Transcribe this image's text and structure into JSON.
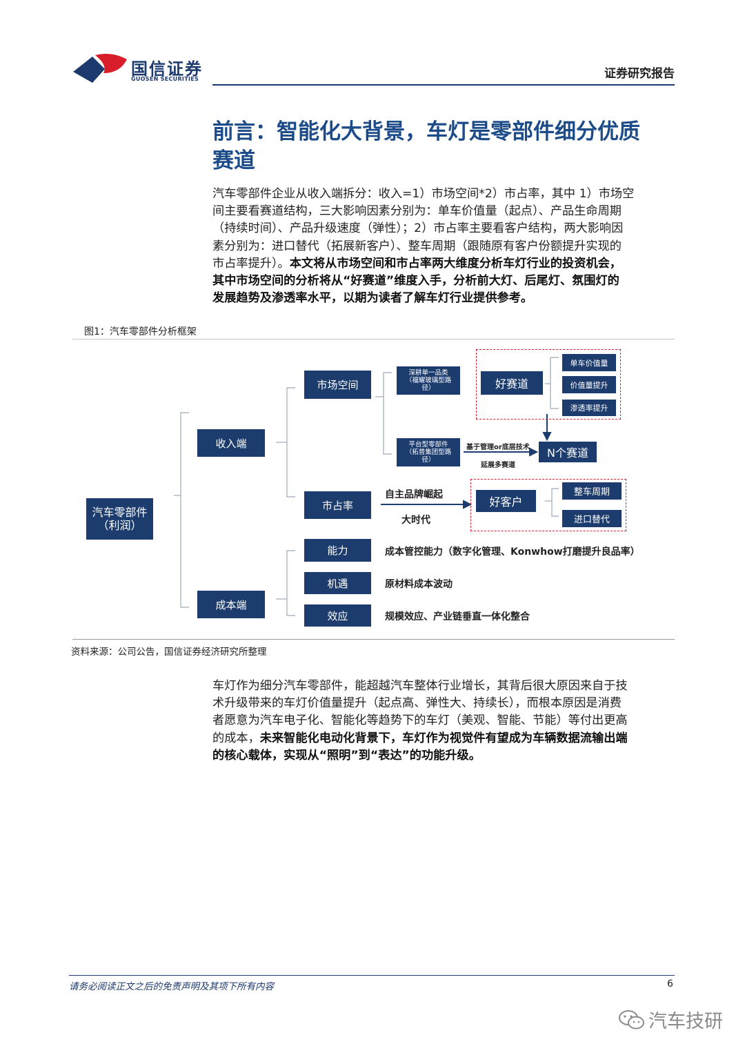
{
  "header": {
    "logo_cn": "国信证券",
    "logo_en": "GUOSEN SECURITIES",
    "report_label": "证券研究报告"
  },
  "title": {
    "line1": "前言：智能化大背景，车灯是零部件细分优质",
    "line2": "赛道"
  },
  "para1": {
    "lines": [
      "汽车零部件企业从收入端拆分：收入=1）市场空间*2）市占率，其中 1）市场空",
      "间主要看赛道结构，三大影响因素分别为：单车价值量（起点）、产品生命周期",
      "（持续时间）、产品升级速度（弹性）；2）市占率主要看客户结构，两大影响因",
      "素分别为：进口替代（拓展新客户）、整车周期（跟随原有客户份额提升实现的"
    ],
    "line5_normal": "市占率提升）。",
    "line5_bold": "本文将从市场空间和市占率两大维度分析车灯行业的投资机会，",
    "bold_lines": [
      "其中市场空间的分析将从“好赛道”维度入手，分析前大灯、后尾灯、氛围灯的",
      "发展趋势及渗透率水平，以期为读者了解车灯行业提供参考。"
    ]
  },
  "figure": {
    "label": "图1：汽车零部件分析框架",
    "source": "资料来源：公司公告，国信证券经济研究所整理",
    "nodes": {
      "root_line1": "汽车零部件",
      "root_line2": "（利润）",
      "revenue": "收入端",
      "cost": "成本端",
      "market_space": "市场空间",
      "market_share": "市占率",
      "ability": "能力",
      "opportunity": "机遇",
      "effect": "效应",
      "deep_line1": "深耕单一品类",
      "deep_line2": "（福耀玻璃型路",
      "deep_line3": "径）",
      "platform_line1": "平台型零部件",
      "platform_line2": "（拓普集团型路",
      "platform_line3": "径）",
      "good_track": "好赛道",
      "unit_value": "单车价值量",
      "value_up": "价值量提升",
      "penetration": "渗透率提升",
      "n_tracks": "N个赛道",
      "good_customer": "好客户",
      "vehicle_cycle": "整车周期",
      "import_sub": "进口替代"
    },
    "labels": {
      "tech": "基于管理or底层技术",
      "extend": "延展多赛道",
      "brand_rise": "自主品牌崛起",
      "era": "大时代",
      "ability_desc": "成本管控能力（数字化管理、Konwhow打磨提升良品率）",
      "opportunity_desc": "原材料成本波动",
      "effect_desc": "规模效应、产业链垂直一体化整合"
    }
  },
  "para2": {
    "line1": "车灯作为细分汽车零部件，能超越汽车整体行业增长，其背后很大原因来自于技",
    "line2": "术升级带来的车灯价值量提升（起点高、弹性大、持续长），而根本原因是消费",
    "line3": "者愿意为汽车电子化、智能化等趋势下的车灯（美观、智能、节能）等付出更高",
    "line4_normal": "的成本，",
    "line4_bold": "未来智能化电动化背景下，车灯作为视觉件有望成为车辆数据流输出端",
    "line5_bold": "的核心载体，实现从“照明”到“表达”的功能升级。"
  },
  "footer": {
    "disclaimer": "请务必阅读正文之后的免责声明及其项下所有内容",
    "page": "6",
    "watermark": "汽车技研"
  },
  "colors": {
    "brand_navy": "#1d3c6e",
    "title_blue": "#1c4b8a",
    "logo_red": "#d81e2a",
    "dashed_red": "#d81e2a"
  }
}
